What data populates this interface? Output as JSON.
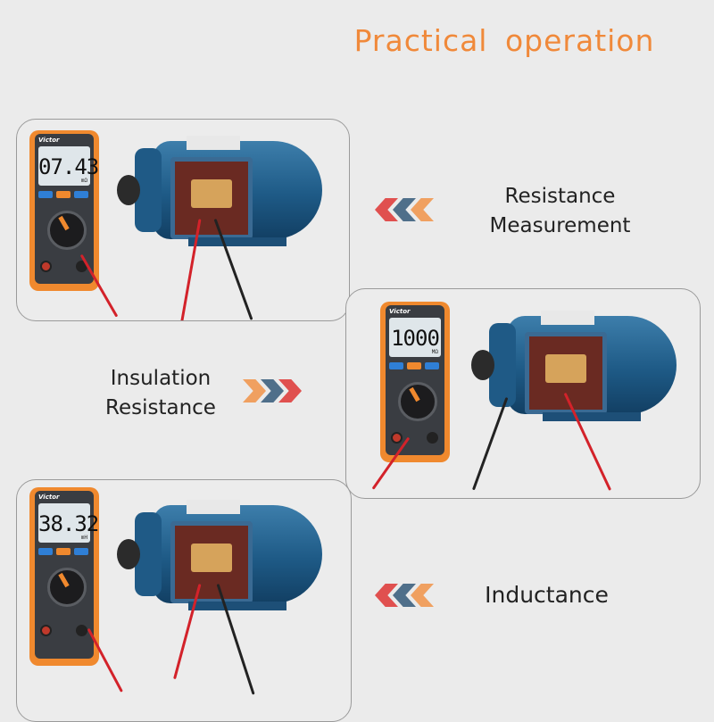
{
  "title": "Practical operation",
  "sections": [
    {
      "label_lines": [
        "Resistance",
        "Measurement"
      ],
      "meter": {
        "brand": "Victor",
        "reading": "07.43",
        "unit": "mΩ"
      },
      "arrow_direction": "left"
    },
    {
      "label_lines": [
        "Insulation",
        "Resistance"
      ],
      "meter": {
        "brand": "Victor",
        "reading": "1000",
        "unit": "MΩ"
      },
      "arrow_direction": "right"
    },
    {
      "label_lines": [
        "Inductance"
      ],
      "meter": {
        "brand": "Victor",
        "reading": "38.32",
        "unit": "mH"
      },
      "arrow_direction": "left"
    }
  ],
  "colors": {
    "title": "#f0893a",
    "arrow_red": "#e0504f",
    "arrow_blue": "#4f6f8a",
    "arrow_orange": "#f0a060",
    "meter_orange": "#f0892e",
    "motor_blue": "#1e5a86"
  }
}
